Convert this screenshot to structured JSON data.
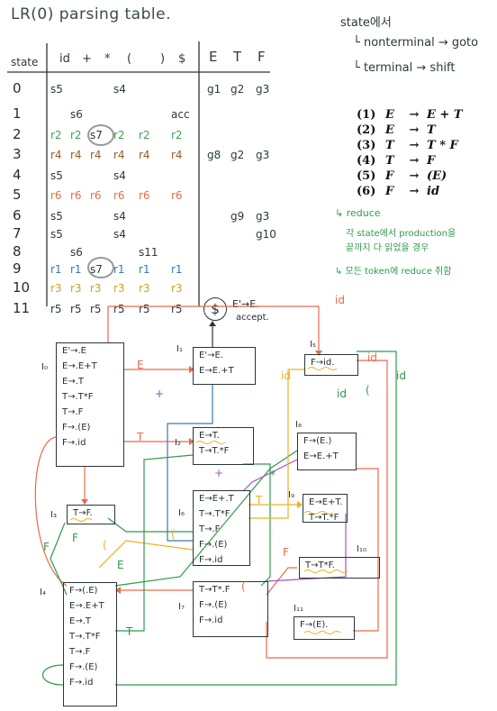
{
  "title": "LR(0) parsing table.",
  "table": {
    "state_header": "state",
    "terminals": [
      "id",
      "+",
      "*",
      "(",
      ")",
      "$"
    ],
    "nonterminals": [
      "E",
      "T",
      "F"
    ],
    "rows": [
      {
        "state": "0",
        "cells": [
          {
            "t": "s5",
            "c": "#2a3a3a",
            "col": 0
          },
          {
            "t": "s4",
            "c": "#2a3a3a",
            "col": 3
          },
          {
            "t": "g1",
            "c": "#2a3a3a",
            "col": 6
          },
          {
            "t": "g2",
            "c": "#2a3a3a",
            "col": 7
          },
          {
            "t": "g3",
            "c": "#2a3a3a",
            "col": 8
          }
        ]
      },
      {
        "state": "1",
        "cells": [
          {
            "t": "s6",
            "c": "#2a3a3a",
            "col": 1
          },
          {
            "t": "acc",
            "c": "#2a3a3a",
            "col": 5
          }
        ]
      },
      {
        "state": "2",
        "cells": [
          {
            "t": "r2",
            "c": "#3da35a",
            "col": 0
          },
          {
            "t": "r2",
            "c": "#3da35a",
            "col": 1
          },
          {
            "t": "s7",
            "c": "#2a3a3a",
            "col": 2
          },
          {
            "t": "r2",
            "c": "#3da35a",
            "col": 3
          },
          {
            "t": "r2",
            "c": "#3da35a",
            "col": 4
          },
          {
            "t": "r2",
            "c": "#3da35a",
            "col": 5
          }
        ]
      },
      {
        "state": "3",
        "cells": [
          {
            "t": "r4",
            "c": "#9a5a20",
            "col": 0
          },
          {
            "t": "r4",
            "c": "#9a5a20",
            "col": 1
          },
          {
            "t": "r4",
            "c": "#9a5a20",
            "col": 2
          },
          {
            "t": "r4",
            "c": "#9a5a20",
            "col": 3
          },
          {
            "t": "r4",
            "c": "#9a5a20",
            "col": 4
          },
          {
            "t": "r4",
            "c": "#9a5a20",
            "col": 5
          },
          {
            "t": "g8",
            "c": "#2a3a3a",
            "col": 6
          },
          {
            "t": "g2",
            "c": "#2a3a3a",
            "col": 7
          },
          {
            "t": "g3",
            "c": "#2a3a3a",
            "col": 8
          }
        ]
      },
      {
        "state": "4",
        "cells": [
          {
            "t": "s5",
            "c": "#2a3a3a",
            "col": 0
          },
          {
            "t": "s4",
            "c": "#2a3a3a",
            "col": 3
          }
        ]
      },
      {
        "state": "5",
        "cells": [
          {
            "t": "r6",
            "c": "#e0704a",
            "col": 0
          },
          {
            "t": "r6",
            "c": "#e0704a",
            "col": 1
          },
          {
            "t": "r6",
            "c": "#e0704a",
            "col": 2
          },
          {
            "t": "r6",
            "c": "#e0704a",
            "col": 3
          },
          {
            "t": "r6",
            "c": "#e0704a",
            "col": 4
          },
          {
            "t": "r6",
            "c": "#e0704a",
            "col": 5
          }
        ]
      },
      {
        "state": "6",
        "cells": [
          {
            "t": "s5",
            "c": "#2a3a3a",
            "col": 0
          },
          {
            "t": "s4",
            "c": "#2a3a3a",
            "col": 3
          },
          {
            "t": "g9",
            "c": "#2a3a3a",
            "col": 7
          },
          {
            "t": "g3",
            "c": "#2a3a3a",
            "col": 8
          }
        ]
      },
      {
        "state": "7",
        "cells": [
          {
            "t": "s5",
            "c": "#2a3a3a",
            "col": 0
          },
          {
            "t": "s4",
            "c": "#2a3a3a",
            "col": 3
          },
          {
            "t": "g10",
            "c": "#2a3a3a",
            "col": 8
          }
        ]
      },
      {
        "state": "8",
        "cells": [
          {
            "t": "s6",
            "c": "#2a3a3a",
            "col": 1
          },
          {
            "t": "s11",
            "c": "#2a3a3a",
            "col": 4
          }
        ]
      },
      {
        "state": "9",
        "cells": [
          {
            "t": "r1",
            "c": "#3a7ab0",
            "col": 0
          },
          {
            "t": "r1",
            "c": "#3a7ab0",
            "col": 1
          },
          {
            "t": "s7",
            "c": "#2a3a3a",
            "col": 2
          },
          {
            "t": "r1",
            "c": "#3a7ab0",
            "col": 3
          },
          {
            "t": "r1",
            "c": "#3a7ab0",
            "col": 4
          },
          {
            "t": "r1",
            "c": "#3a7ab0",
            "col": 5
          }
        ]
      },
      {
        "state": "10",
        "cells": [
          {
            "t": "r3",
            "c": "#d4a020",
            "col": 0
          },
          {
            "t": "r3",
            "c": "#d4a020",
            "col": 1
          },
          {
            "t": "r3",
            "c": "#d4a020",
            "col": 2
          },
          {
            "t": "r3",
            "c": "#d4a020",
            "col": 3
          },
          {
            "t": "r3",
            "c": "#d4a020",
            "col": 4
          },
          {
            "t": "r3",
            "c": "#d4a020",
            "col": 5
          }
        ]
      },
      {
        "state": "11",
        "cells": [
          {
            "t": "r5",
            "c": "#2a3a3a",
            "col": 0
          },
          {
            "t": "r5",
            "c": "#2a3a3a",
            "col": 1
          },
          {
            "t": "r5",
            "c": "#2a3a3a",
            "col": 2
          },
          {
            "t": "r5",
            "c": "#2a3a3a",
            "col": 3
          },
          {
            "t": "r5",
            "c": "#2a3a3a",
            "col": 4
          },
          {
            "t": "r5",
            "c": "#2a3a3a",
            "col": 5
          }
        ]
      }
    ]
  },
  "legend": {
    "line1": "state에서",
    "line2": "└ nonterminal → goto",
    "line3": "└ terminal → shift"
  },
  "productions": [
    {
      "num": "(1)",
      "lhs": "E",
      "rhs": "E + T"
    },
    {
      "num": "(2)",
      "lhs": "E",
      "rhs": "T"
    },
    {
      "num": "(3)",
      "lhs": "T",
      "rhs": "T * F"
    },
    {
      "num": "(4)",
      "lhs": "T",
      "rhs": "F"
    },
    {
      "num": "(5)",
      "lhs": "F",
      "rhs": "(E)"
    },
    {
      "num": "(6)",
      "lhs": "F",
      "rhs": "id"
    }
  ],
  "arrow": "→",
  "reduce_note": {
    "line1": "↳ reduce",
    "line2": "각 state에서 production을",
    "line3": "끝까지 다 읽었을 경우",
    "line4": "↳ 모든 token에 reduce 취함"
  },
  "accept": {
    "symbol": "$",
    "text1": "E'→E.",
    "text2": "accept."
  },
  "states": [
    {
      "id": "I0",
      "label": "I₀",
      "items": [
        "E'→.E",
        "E→.E+T",
        "E→.T",
        "T→.T*F",
        "T→.F",
        "F→.(E)",
        "F→.id"
      ]
    },
    {
      "id": "I1",
      "label": "I₁",
      "items": [
        "E'→E.",
        "E→E.+T"
      ]
    },
    {
      "id": "I2",
      "label": "I₂",
      "items": [
        "E→T.",
        "T→T.*F"
      ]
    },
    {
      "id": "I3",
      "label": "I₃",
      "items": [
        "T→F."
      ]
    },
    {
      "id": "I4",
      "label": "I₄",
      "items": [
        "F→(.E)",
        "E→.E+T",
        "E→.T",
        "T→.T*F",
        "T→.F",
        "F→.(E)",
        "F→.id"
      ]
    },
    {
      "id": "I5",
      "label": "I₅",
      "items": [
        "F→id."
      ]
    },
    {
      "id": "I6",
      "label": "I₆",
      "items": [
        "E→E+.T",
        "T→.T*F",
        "T→.F",
        "F→.(E)",
        "F→.id"
      ]
    },
    {
      "id": "I7",
      "label": "I₇",
      "items": [
        "T→T*.F",
        "F→.(E)",
        "F→.id"
      ]
    },
    {
      "id": "I8",
      "label": "I₈",
      "items": [
        "F→(E.)",
        "E→E.+T"
      ]
    },
    {
      "id": "I9",
      "label": "I₉",
      "items": [
        "E→E+T.",
        "T→T.*F"
      ]
    },
    {
      "id": "I10",
      "label": "I₁₀",
      "items": [
        "T→T*F."
      ]
    },
    {
      "id": "I11",
      "label": "I₁₁",
      "items": [
        "F→(E)."
      ]
    }
  ],
  "edge_labels": [
    {
      "t": "E",
      "c": "#e86a4a"
    },
    {
      "t": "T",
      "c": "#e86a4a"
    },
    {
      "t": "F",
      "c": "#2f9a4c"
    },
    {
      "t": "(",
      "c": "#f0b020"
    },
    {
      "t": "E",
      "c": "#2f9a4c"
    },
    {
      "t": "T",
      "c": "#2f9a4c"
    },
    {
      "t": "+",
      "c": "#3a7ab0"
    },
    {
      "t": "+",
      "c": "#a055c0"
    },
    {
      "t": "*",
      "c": "#2f9a4c"
    },
    {
      "t": "T",
      "c": "#f0b020"
    },
    {
      "t": "F",
      "c": "#e86a4a"
    },
    {
      "t": "id",
      "c": "#e86a4a"
    },
    {
      "t": "id",
      "c": "#f0b020"
    },
    {
      "t": "id",
      "c": "#2f9a4c"
    },
    {
      "t": "id",
      "c": "#2f9a4c"
    },
    {
      "t": "(",
      "c": "#2f9a4c"
    },
    {
      "t": "(",
      "c": "#f0b020"
    },
    {
      "t": "(",
      "c": "#e86a4a"
    },
    {
      "t": "F",
      "c": "#2f9a4c"
    },
    {
      "t": "id",
      "c": "#e86a4a"
    }
  ]
}
